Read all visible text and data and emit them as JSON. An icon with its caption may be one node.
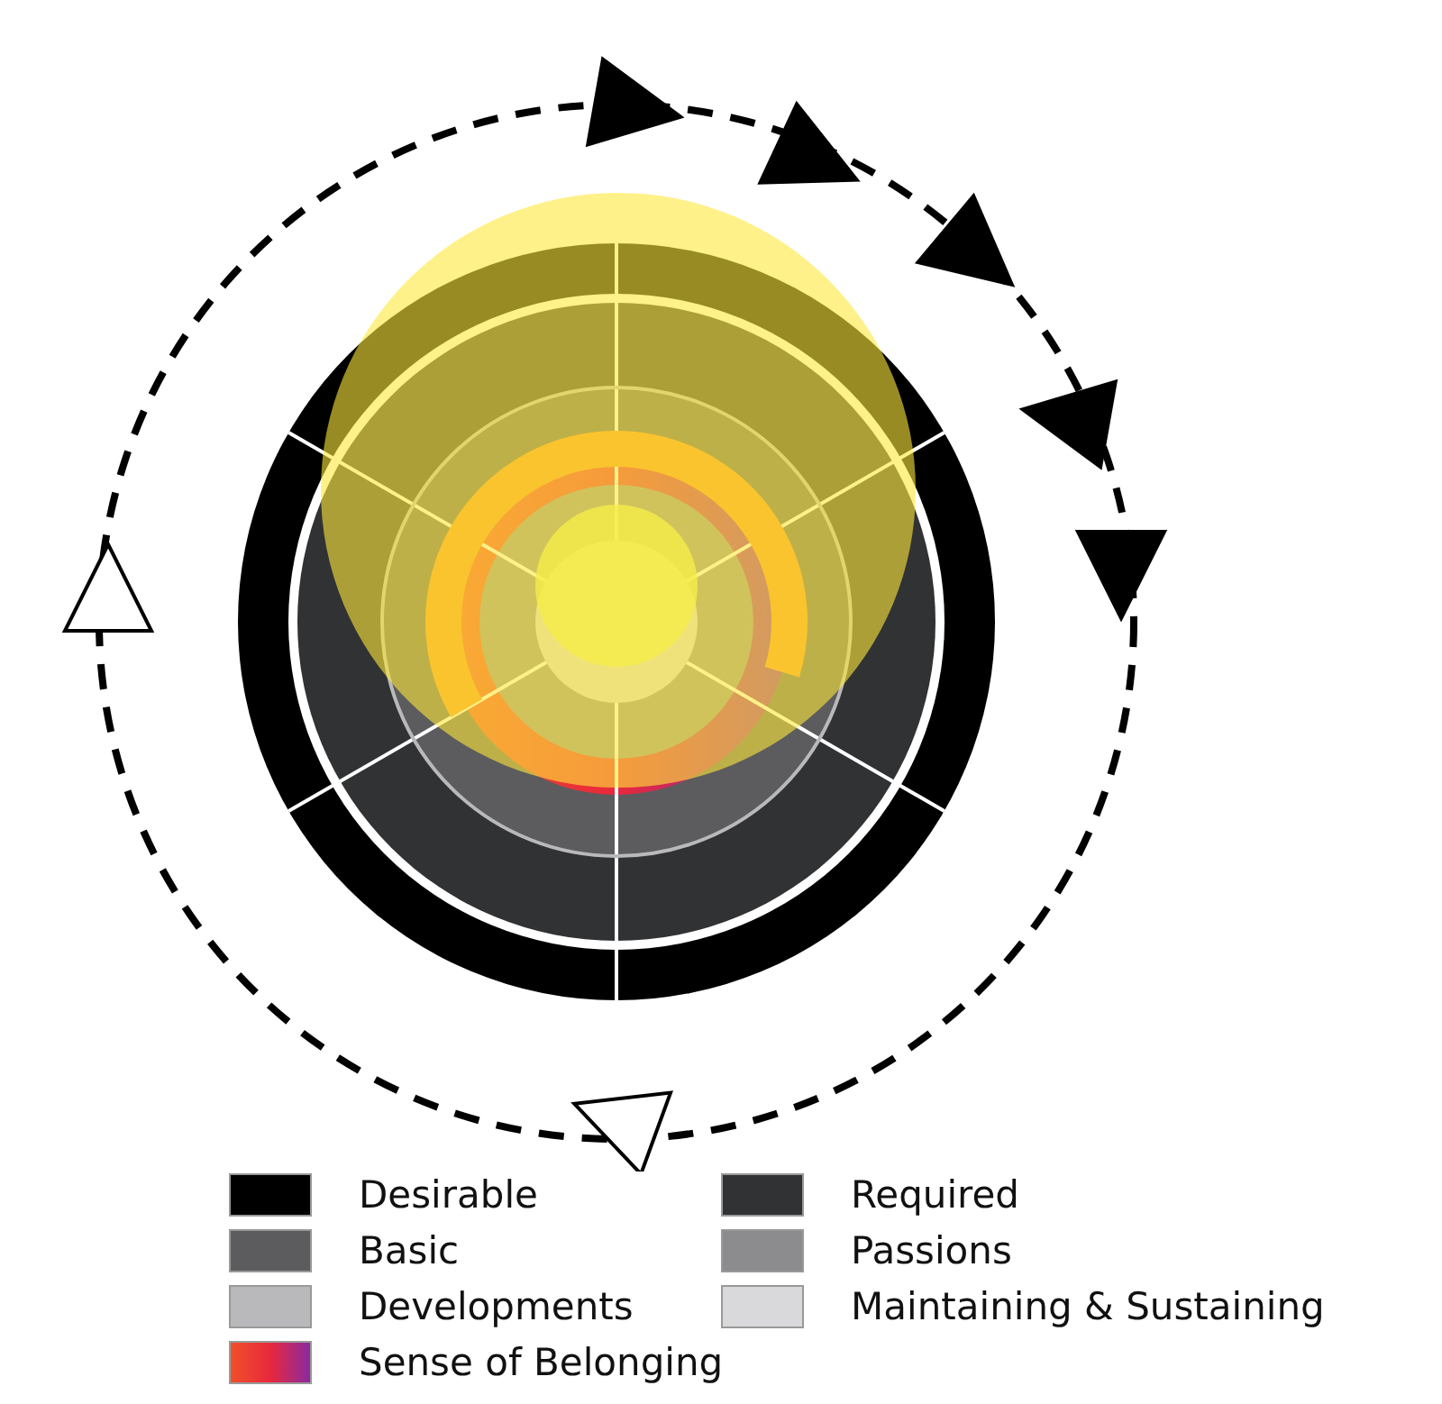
{
  "diagram": {
    "legend": [
      {
        "text": "Desirable",
        "color": "#000000"
      },
      {
        "text": "Required",
        "color": "#303234"
      },
      {
        "text": "Basic",
        "color": "#5c5c5e"
      },
      {
        "text": "Passions",
        "color": "#8c8c8e"
      },
      {
        "text": "Developments",
        "color": "#b9b9bb"
      },
      {
        "text": "Maintaining & Sustaining",
        "color": "#d9d9db"
      },
      {
        "text": "Sense of Belonging"
      }
    ]
  }
}
